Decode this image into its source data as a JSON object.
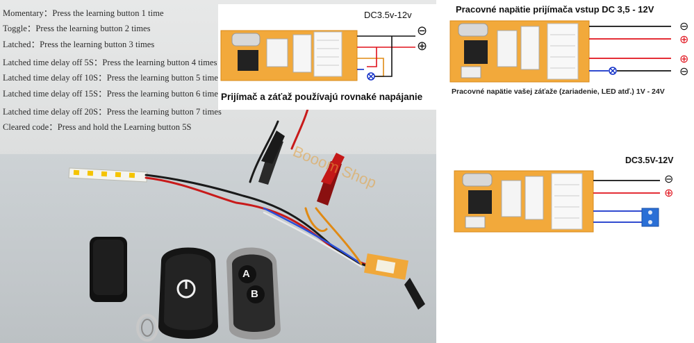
{
  "instructions": [
    "Momentary：Press the learning button 1 time",
    "Toggle：Press the learning button 2 times",
    "Latched：Press the learning button 3 times",
    "Latched time delay off 5S：Press the learning button 4 times",
    "Latched time delay off 10S：Press the learning button 5 times",
    "Latched time delay off 15S：Press the learning button 6 times",
    "Latched time delay off 20S：Press the learning button 7 times",
    "Cleared code：Press and hold the Learning button 5S"
  ],
  "watermark": "Booom Shop",
  "diagram1": {
    "voltage": "DC3.5v-12v",
    "caption": "Prijímač a záťaž používajú rovnaké napájanie"
  },
  "diagram2": {
    "title": "Pracovné napätie prijímača vstup DC 3,5 - 12V",
    "subtitle": "Pracovné napätie vašej záťaže (zariadenie, LED atď.) 1V - 24V"
  },
  "diagram3": {
    "voltage": "DC3.5V-12V"
  },
  "terminals": {
    "minus": "⊖",
    "plus": "⊕"
  },
  "colors": {
    "board": "#f2a93b",
    "wire_black": "#111111",
    "wire_red": "#e0101a",
    "wire_blue": "#1230c8",
    "terminal_red": "#e0101a",
    "connector_blue": "#2a6fd6"
  },
  "remote_buttons": {
    "a": "A",
    "b": "B"
  }
}
